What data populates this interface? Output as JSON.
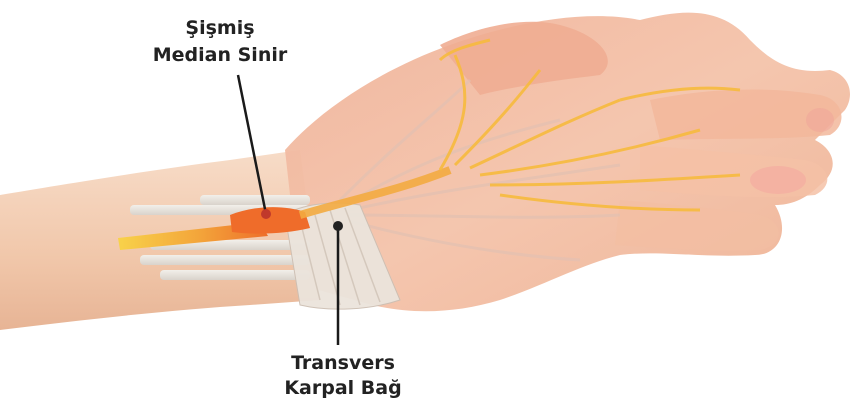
{
  "labels": {
    "swollen_nerve": {
      "line1": "Şişmiş",
      "line2": "Median Sinir"
    },
    "ligament": {
      "line1": "Transvers",
      "line2": "Karpal Bağ"
    }
  },
  "colors": {
    "skin": "#f3c4a6",
    "skin_shadow": "#e5a88a",
    "nerve": "#f6b63c",
    "swollen_nerve": "#ef7a2e",
    "tendon": "#e8e3dc",
    "pointer": "#1a1a1a"
  }
}
